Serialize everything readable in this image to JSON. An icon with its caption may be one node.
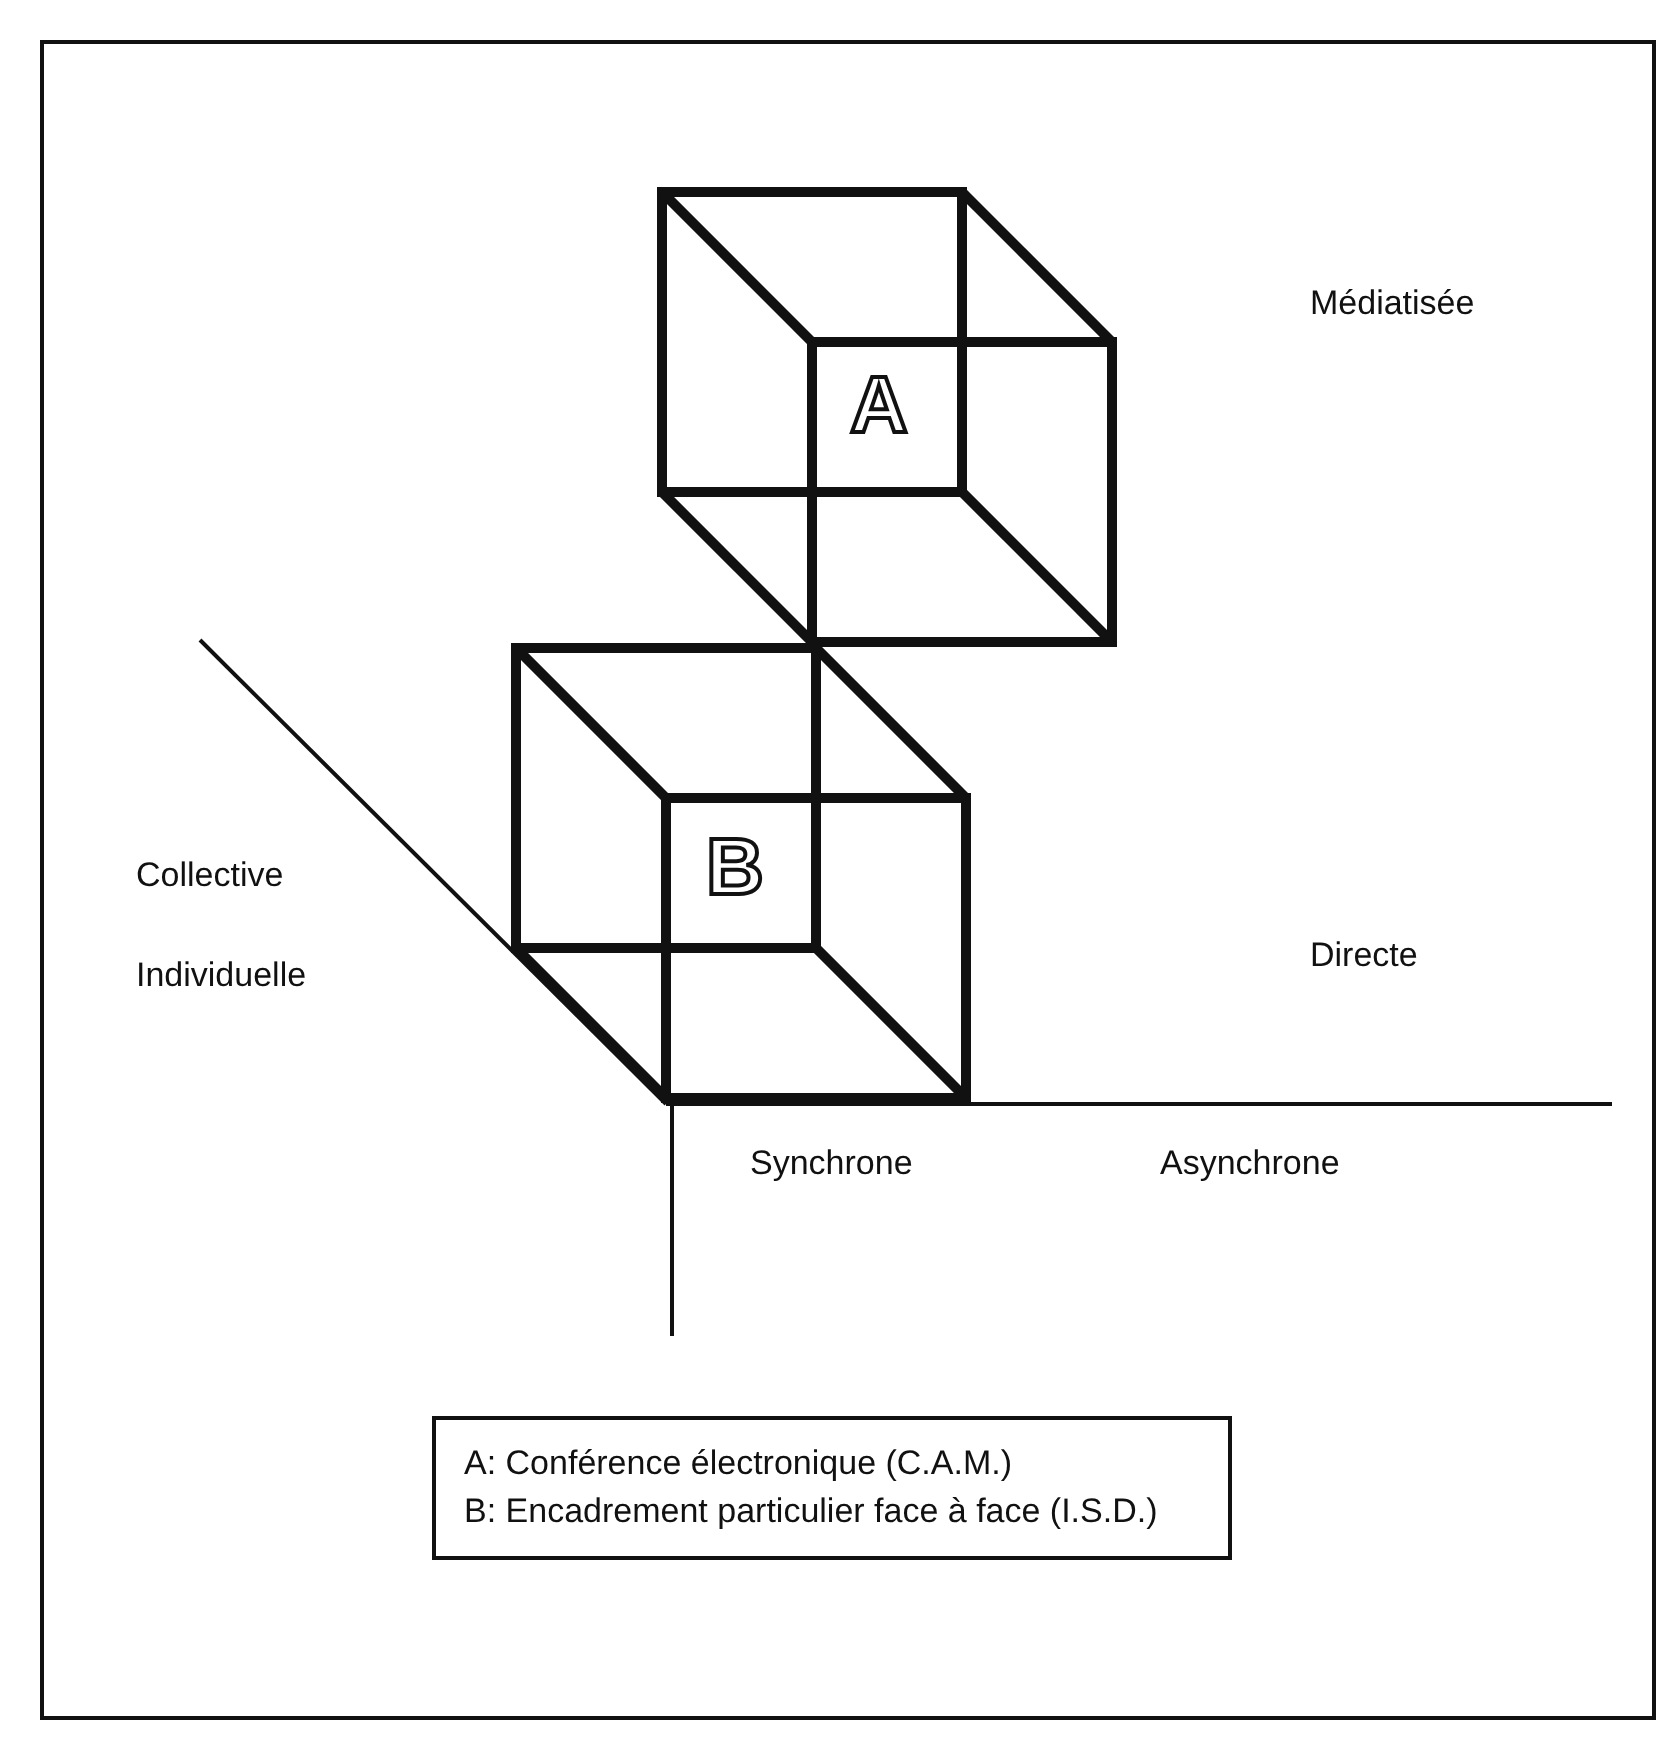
{
  "diagram": {
    "nodes": [
      {
        "text": [
          "A"
        ]
      },
      {
        "text": [
          "B"
        ]
      },
      {
        "text": [
          "A: Conférence électronique (C.A.M.)",
          "B: Encadrement particulier face à face (I.S.D.)"
        ]
      }
    ],
    "labels": [
      "Médiatisée",
      "Collective",
      "Directe",
      "Individuelle",
      "Synchrone",
      "Asynchrone"
    ]
  }
}
